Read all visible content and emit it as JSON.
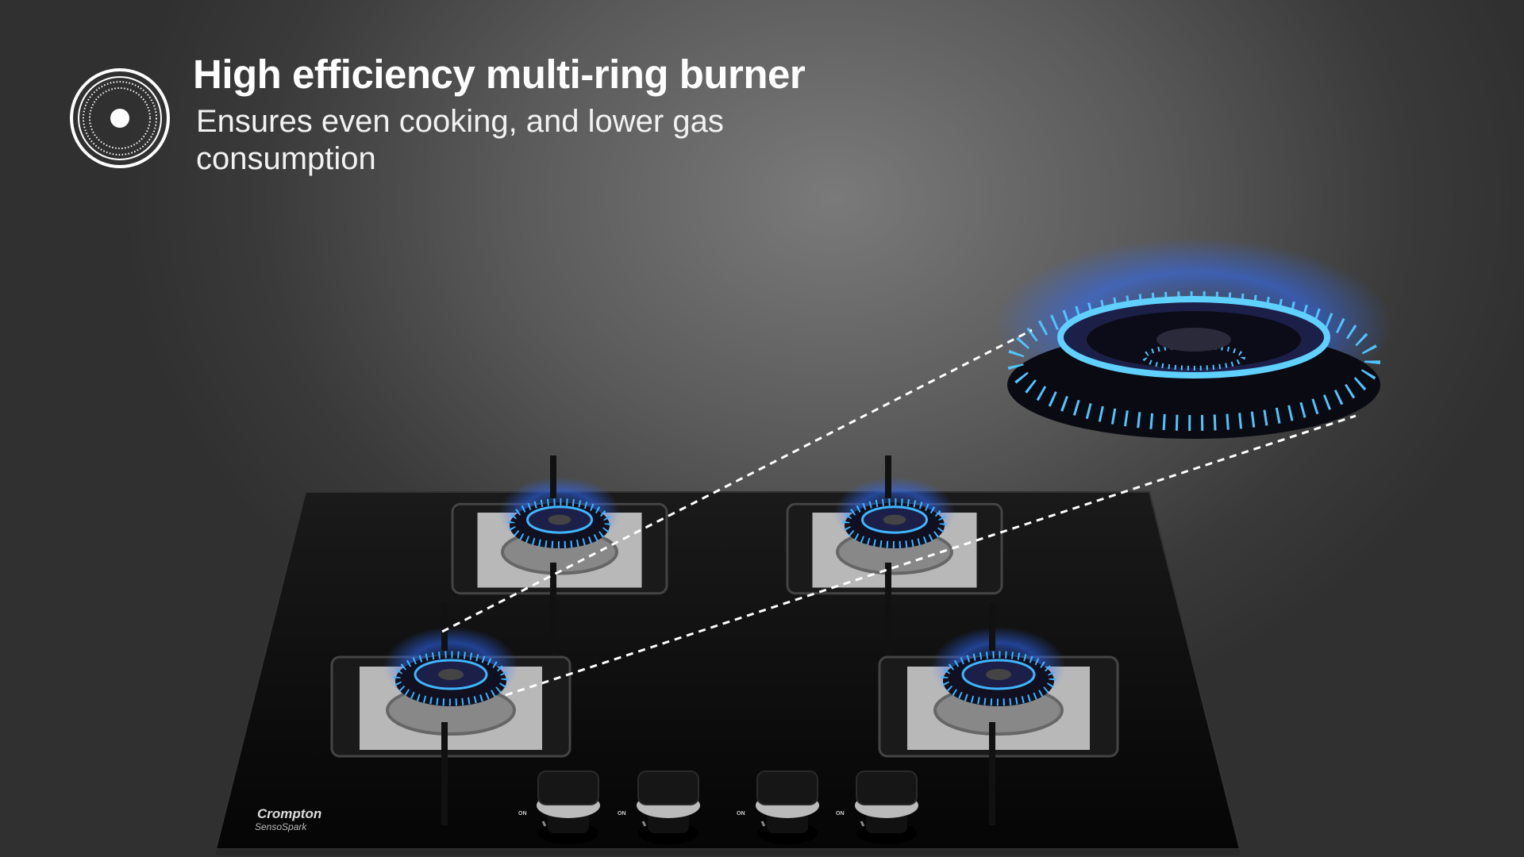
{
  "feature": {
    "icon": "multi-ring-burner-icon",
    "title": "High efficiency multi-ring burner",
    "subtitle": "Ensures even cooking, and lower gas consumption"
  },
  "product": {
    "brand": "Crompton",
    "model": "SensoSpark",
    "knobs": [
      {
        "label": "ON"
      },
      {
        "label": "ON"
      },
      {
        "label": "ON"
      },
      {
        "label": "ON"
      }
    ]
  },
  "colors": {
    "flame": "#3fb6ff",
    "glass": "#0c0c0c",
    "background": "#5a5a5a"
  }
}
